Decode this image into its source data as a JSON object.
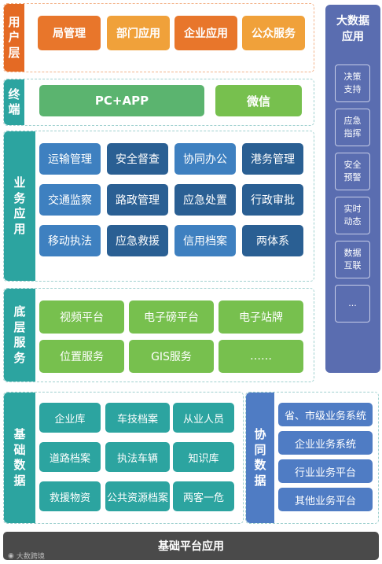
{
  "user_layer": {
    "label": "用户层",
    "items": [
      "局管理",
      "部门应用",
      "企业应用",
      "公众服务"
    ]
  },
  "terminal_layer": {
    "label": "终端",
    "items": [
      "PC+APP",
      "微信"
    ]
  },
  "business_layer": {
    "label": "业务应用",
    "items": [
      "运输管理",
      "安全督查",
      "协同办公",
      "港务管理",
      "交通监察",
      "路政管理",
      "应急处置",
      "行政审批",
      "移动执法",
      "应急救援",
      "信用档案",
      "两体系"
    ]
  },
  "base_service_layer": {
    "label": "底层服务",
    "items": [
      "视频平台",
      "电子磅平台",
      "电子站牌",
      "位置服务",
      "GIS服务",
      "……"
    ]
  },
  "base_data_layer": {
    "label": "基础数据",
    "items": [
      "企业库",
      "车技档案",
      "从业人员",
      "道路档案",
      "执法车辆",
      "知识库",
      "救援物资",
      "公共资源档案",
      "两客一危"
    ]
  },
  "collab_data_layer": {
    "label": "协同数据",
    "items": [
      "省、市级业务系统",
      "企业业务系统",
      "行业业务平台",
      "其他业务平台"
    ]
  },
  "big_data": {
    "label": "大数据应用",
    "items": [
      "决策支持",
      "应急指挥",
      "安全预警",
      "实时动态",
      "数据互联",
      "..."
    ]
  },
  "bottom_bar": {
    "label": "基础平台应用"
  },
  "watermark": {
    "text": "大数跨境"
  },
  "colors": {
    "orange_label": "#e46a24",
    "orange_box": "#f0a13a",
    "orange_box_dark": "#e8762b",
    "green_label": "#2ca4a0",
    "green_box": "#77c04e",
    "blue_box": "#3e80c0",
    "blue_box_dark": "#2a5f93",
    "bigdata_bg": "#5a6db0",
    "collab_label": "#4f7cc4"
  }
}
